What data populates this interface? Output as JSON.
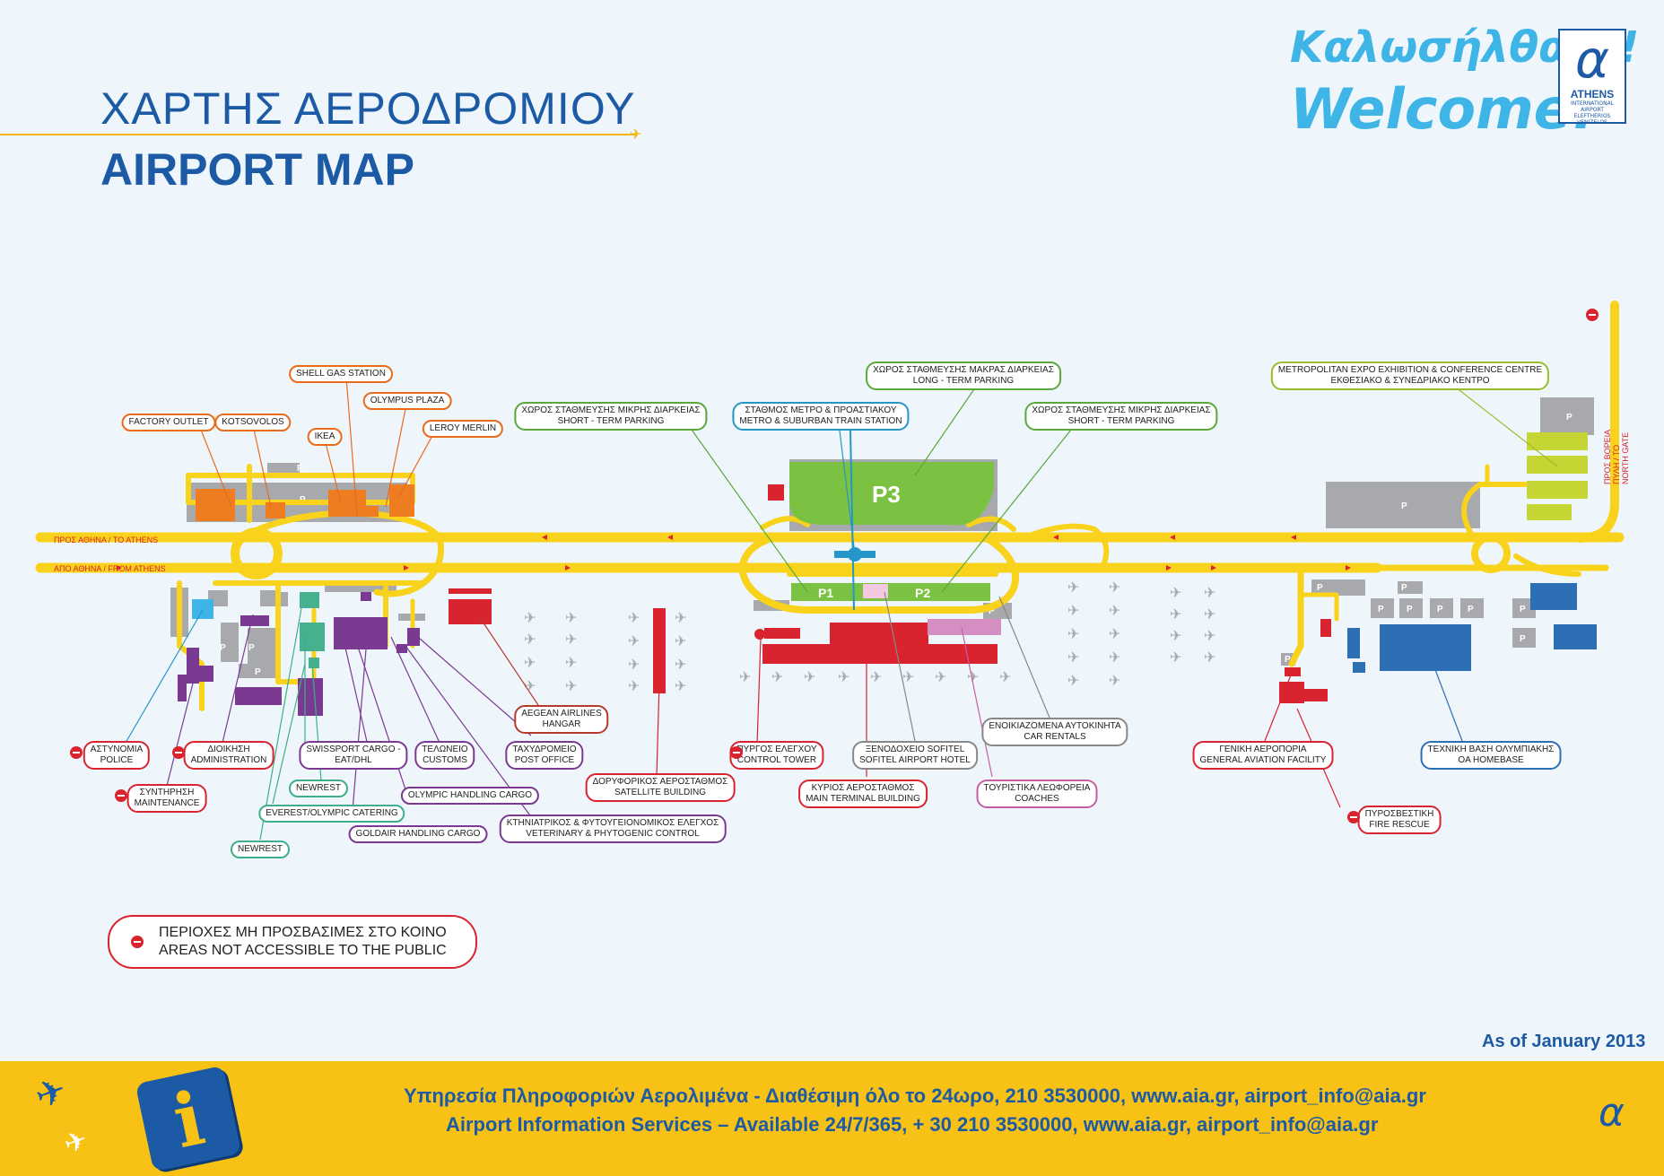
{
  "header": {
    "title_gr": "ΧΑΡΤΗΣ ΑΕΡΟΔΡΟΜΙΟΥ",
    "title_en": "AIRPORT MAP",
    "welcome_gr": "Καλωσήλθατε!",
    "welcome_en": "Welcome!",
    "logo_brand": "ATHENS",
    "logo_sub": "INTERNATIONAL AIRPORT",
    "logo_sub2": "ELEFTHERIOS VENIZELOS"
  },
  "roads": {
    "to_athens": "ΠΡΟΣ ΑΘΗΝΑ / TO ATHENS",
    "from_athens": "ΑΠΟ ΑΘΗΝΑ / FROM ATHENS",
    "north_gate": "ΠΡΟΣ ΒΟΡΕΙΑ ΠΥΛΗ / TO NORTH GATE"
  },
  "parking": {
    "p3": "P3",
    "p1": "P1",
    "p2": "P2",
    "p": "P"
  },
  "labels": {
    "shell": "SHELL GAS STATION",
    "olympus": "OLYMPUS PLAZA",
    "factory": "FACTORY OUTLET",
    "kotsovolos": "KOTSOVOLOS",
    "ikea": "IKEA",
    "leroy": "LEROY MERLIN",
    "short_term_1": [
      "ΧΩΡΟΣ ΣΤΑΘΜΕΥΣΗΣ ΜΙΚΡΗΣ ΔΙΑΡΚΕΙΑΣ",
      "SHORT - TERM PARKING"
    ],
    "metro": [
      "ΣΤΑΘΜΟΣ ΜΕΤΡΟ & ΠΡΟΑΣΤΙΑΚΟΥ",
      "METRO & SUBURBAN TRAIN STATION"
    ],
    "long_term": [
      "ΧΩΡΟΣ ΣΤΑΘΜΕΥΣΗΣ ΜΑΚΡΑΣ ΔΙΑΡΚΕΙΑΣ",
      "LONG - TERM PARKING"
    ],
    "short_term_2": [
      "ΧΩΡΟΣ ΣΤΑΘΜΕΥΣΗΣ ΜΙΚΡΗΣ ΔΙΑΡΚΕΙΑΣ",
      "SHORT - TERM PARKING"
    ],
    "expo": [
      "METROPOLITAN EXPO EXHIBITION & CONFERENCE CENTRE",
      "ΕΚΘΕΣΙΑΚΟ & ΣΥΝΕΔΡΙΑΚΟ ΚΕΝΤΡΟ"
    ],
    "aegean": [
      "AEGEAN AIRLINES",
      "HANGAR"
    ],
    "police": [
      "ΑΣΤΥΝΟΜΙΑ",
      "POLICE"
    ],
    "admin": [
      "ΔΙΟΙΚΗΣΗ",
      "ADMINISTRATION"
    ],
    "swissport": [
      "SWISSPORT CARGO -",
      "EAT/DHL"
    ],
    "customs": [
      "ΤΕΛΩΝΕΙΟ",
      "CUSTOMS"
    ],
    "post": [
      "ΤΑΧΥΔΡΟΜΕΙΟ",
      "POST OFFICE"
    ],
    "control_tower": [
      "ΠΥΡΓΟΣ ΕΛΕΓΧΟΥ",
      "CONTROL TOWER"
    ],
    "sofitel": [
      "ΞΕΝΟΔΟΧΕΙΟ SOFITEL",
      "SOFITEL AIRPORT HOTEL"
    ],
    "car_rentals": [
      "ΕΝΟΙΚΙΑΖΟΜΕΝΑ ΑΥΤΟΚΙΝΗΤΑ",
      "CAR RENTALS"
    ],
    "general_aviation": [
      "ΓΕΝΙΚΗ ΑΕΡΟΠΟΡΙΑ",
      "GENERAL AVIATION FACILITY"
    ],
    "olympic_base": [
      "ΤΕΧΝΙΚΗ ΒΑΣΗ ΟΛΥΜΠΙΑΚΗΣ",
      "OA HOMEBASE"
    ],
    "maintenance": [
      "ΣΥΝΤΗΡΗΣΗ",
      "MAINTENANCE"
    ],
    "newrest_1": "NEWREST",
    "everest": "EVEREST/OLYMPIC CATERING",
    "newrest_2": "NEWREST",
    "olympic_cargo": "OLYMPIC HANDLING CARGO",
    "goldair": "GOLDAIR HANDLING CARGO",
    "veterinary": [
      "ΚΤΗΝΙΑΤΡΙΚΟΣ & ΦΥΤΟΥΓΕΙΟΝΟΜΙΚΟΣ ΕΛΕΓΧΟΣ",
      "VETERINARY & PHYTOGENIC CONTROL"
    ],
    "satellite": [
      "ΔΟΡΥΦΟΡΙΚΟΣ ΑΕΡΟΣΤΑΘΜΟΣ",
      "SATELLITE BUILDING"
    ],
    "main_terminal": [
      "ΚΥΡΙΟΣ ΑΕΡΟΣΤΑΘΜΟΣ",
      "MAIN TERMINAL BUILDING"
    ],
    "coaches": [
      "ΤΟΥΡΙΣΤΙΚΑ ΛΕΩΦΟΡΕΙΑ",
      "COACHES"
    ],
    "fire": [
      "ΠΥΡΟΣΒΕΣΤΙΚΗ",
      "FIRE RESCUE"
    ]
  },
  "legend": {
    "gr": "ΠΕΡΙΟΧΕΣ ΜΗ ΠΡΟΣΒΑΣΙΜΕΣ ΣΤΟ ΚΟΙΝΟ",
    "en": "AREAS NOT ACCESSIBLE TO THE PUBLIC"
  },
  "as_of": "As of January 2013",
  "footer": {
    "line_gr": "Υπηρεσία Πληροφοριών Αερολιμένα - Διαθέσιμη όλο το 24ωρο, 210 3530000, www.aia.gr, airport_info@aia.gr",
    "line_en": "Airport Information Services – Available 24/7/365, + 30 210 3530000, www.aia.gr, airport_info@aia.gr",
    "info_glyph": "i"
  },
  "colors": {
    "road": "#f9d21b",
    "brand_blue": "#1d5aa6",
    "parking_green": "#7cc242",
    "building_grey": "#a7a9ac",
    "terminal_red": "#d9232e",
    "footer_yellow": "#f7c215"
  }
}
